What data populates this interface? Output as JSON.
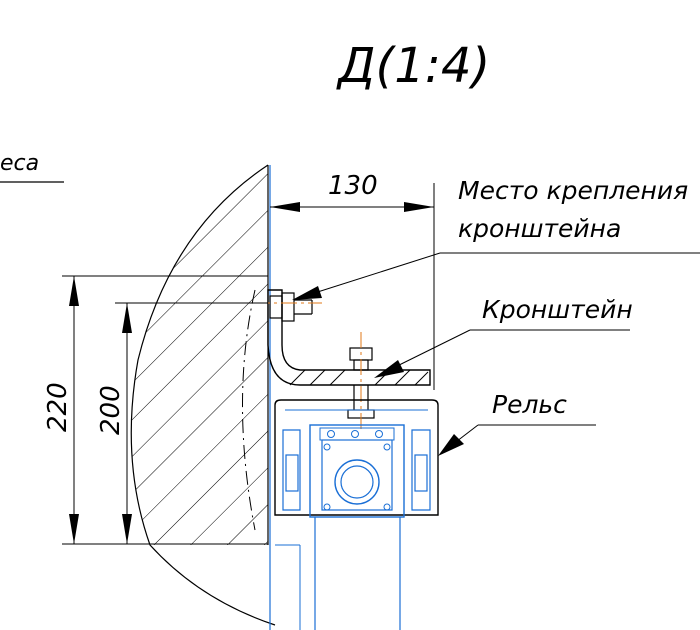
{
  "title": "Д(1:4)",
  "annotations": {
    "partial_label": "еса",
    "mount_place_line1": "Место крепления",
    "mount_place_line2": "кронштейна",
    "bracket": "Кронштейн",
    "rail": "Рельс"
  },
  "dimensions": {
    "width": "130",
    "height_outer": "220",
    "height_inner": "200"
  },
  "colors": {
    "outline": "#000000",
    "part": "#1a6fd6",
    "centerline": "#e07a1a"
  }
}
